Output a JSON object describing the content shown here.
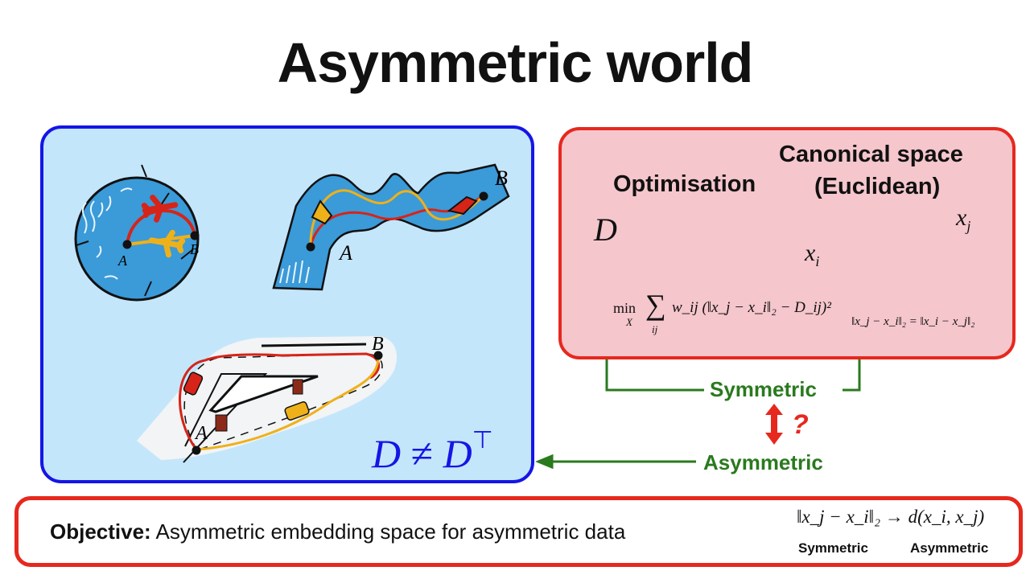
{
  "title": "Asymmetric world",
  "blue_panel": {
    "globe": {
      "label_a": "A",
      "label_b": "B"
    },
    "river": {
      "label_a": "A",
      "label_b": "B"
    },
    "track": {
      "label_a": "A",
      "label_b": "B"
    },
    "relation": {
      "lhs": "D",
      "op": "≠",
      "rhs": "D",
      "sup": "⊤"
    }
  },
  "pink_panel": {
    "optimisation": "Optimisation",
    "d_symbol": "D",
    "canonical_line1": "Canonical space",
    "canonical_line2": "(Euclidean)",
    "xi": "x",
    "xi_sub": "i",
    "xj": "x",
    "xj_sub": "j",
    "formula_min": "min",
    "formula_X": "X",
    "formula_sum": "∑",
    "formula_ij": "ij",
    "formula_body": "w_ij (‖x_j − x_i‖₂ − D_ij)²",
    "symmetry_eq": "‖x_j − x_i‖₂ = ‖x_i − x_j‖₂"
  },
  "symmetric_label": "Symmetric",
  "question": "?",
  "asymmetric_label": "Asymmetric",
  "objective": {
    "prefix": "Objective:",
    "text": "Asymmetric embedding space for asymmetric data",
    "formula": "‖x_j − x_i‖₂ → d(x_i, x_j)",
    "left_note": "Symmetric",
    "right_note": "Asymmetric"
  },
  "colors": {
    "blue": "#1515e6",
    "red": "#e6281e",
    "green": "#2a7a1e",
    "light_blue": "#c4e6fb",
    "pink": "#f5c6cc",
    "path_red": "#d62419",
    "path_yellow": "#eeb11a"
  }
}
